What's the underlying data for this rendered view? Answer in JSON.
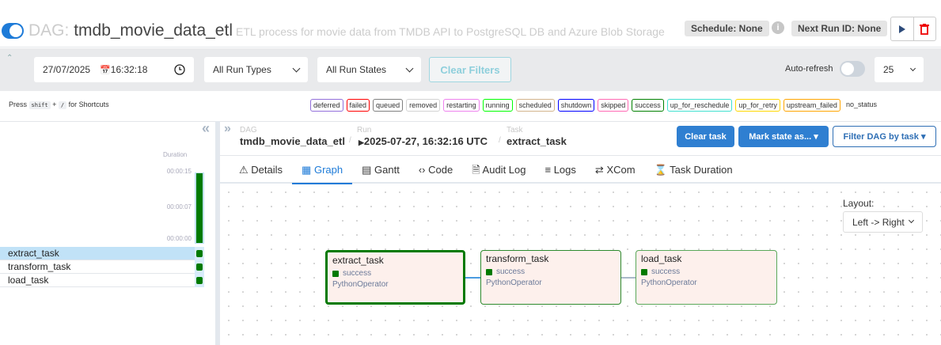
{
  "header": {
    "dag_prefix": "DAG:",
    "dag_id": "tmdb_movie_data_etl",
    "description": "ETL process for movie data from TMDB API to PostgreSQL DB and Azure Blob Storage",
    "schedule": "Schedule: None",
    "next_run": "Next Run ID: None",
    "paused": false
  },
  "filters": {
    "date": "27/07/2025",
    "time": "16:32:18",
    "run_types": "All Run Types",
    "run_states": "All Run States",
    "clear_filters": "Clear Filters",
    "auto_refresh_label": "Auto-refresh",
    "auto_refresh": false,
    "num_runs": "25"
  },
  "shortcuts": {
    "press": "Press",
    "key1": "shift",
    "plus": "+",
    "key2": "/",
    "suffix": "for Shortcuts"
  },
  "legend": [
    {
      "label": "deferred",
      "color": "#9370db"
    },
    {
      "label": "failed",
      "color": "#ff0000"
    },
    {
      "label": "queued",
      "color": "#808080"
    },
    {
      "label": "removed",
      "color": "#d3d3d3"
    },
    {
      "label": "restarting",
      "color": "#ee82ee"
    },
    {
      "label": "running",
      "color": "#00ff00"
    },
    {
      "label": "scheduled",
      "color": "#d2b48c"
    },
    {
      "label": "shutdown",
      "color": "#0000ff"
    },
    {
      "label": "skipped",
      "color": "#ff69b4"
    },
    {
      "label": "success",
      "color": "#008000"
    },
    {
      "label": "up_for_reschedule",
      "color": "#40e0d0"
    },
    {
      "label": "up_for_retry",
      "color": "#ffd700"
    },
    {
      "label": "upstream_failed",
      "color": "#ffa500"
    },
    {
      "label": "no_status",
      "color": ""
    }
  ],
  "grid": {
    "duration_label": "Duration",
    "ticks": [
      "00:00:15",
      "00:00:07",
      "00:00:00"
    ],
    "tasks": [
      "extract_task",
      "transform_task",
      "load_task"
    ]
  },
  "breadcrumb": {
    "dag_label": "DAG",
    "dag": "tmdb_movie_data_etl",
    "run_label": "Run",
    "run": "2025-07-27, 16:32:16 UTC",
    "task_label": "Task",
    "task": "extract_task"
  },
  "actions": {
    "clear_task": "Clear task",
    "mark_state": "Mark state as...",
    "filter_dag": "Filter DAG by task"
  },
  "tabs": [
    "Details",
    "Graph",
    "Gantt",
    "Code",
    "Audit Log",
    "Logs",
    "XCom",
    "Task Duration"
  ],
  "active_tab": "Graph",
  "graph": {
    "layout_label": "Layout:",
    "layout": "Left -> Right",
    "nodes": [
      {
        "name": "extract_task",
        "state": "success",
        "operator": "PythonOperator"
      },
      {
        "name": "transform_task",
        "state": "success",
        "operator": "PythonOperator"
      },
      {
        "name": "load_task",
        "state": "success",
        "operator": "PythonOperator"
      }
    ]
  },
  "colors": {
    "accent": "#1e7bd8",
    "success": "#007a00"
  }
}
